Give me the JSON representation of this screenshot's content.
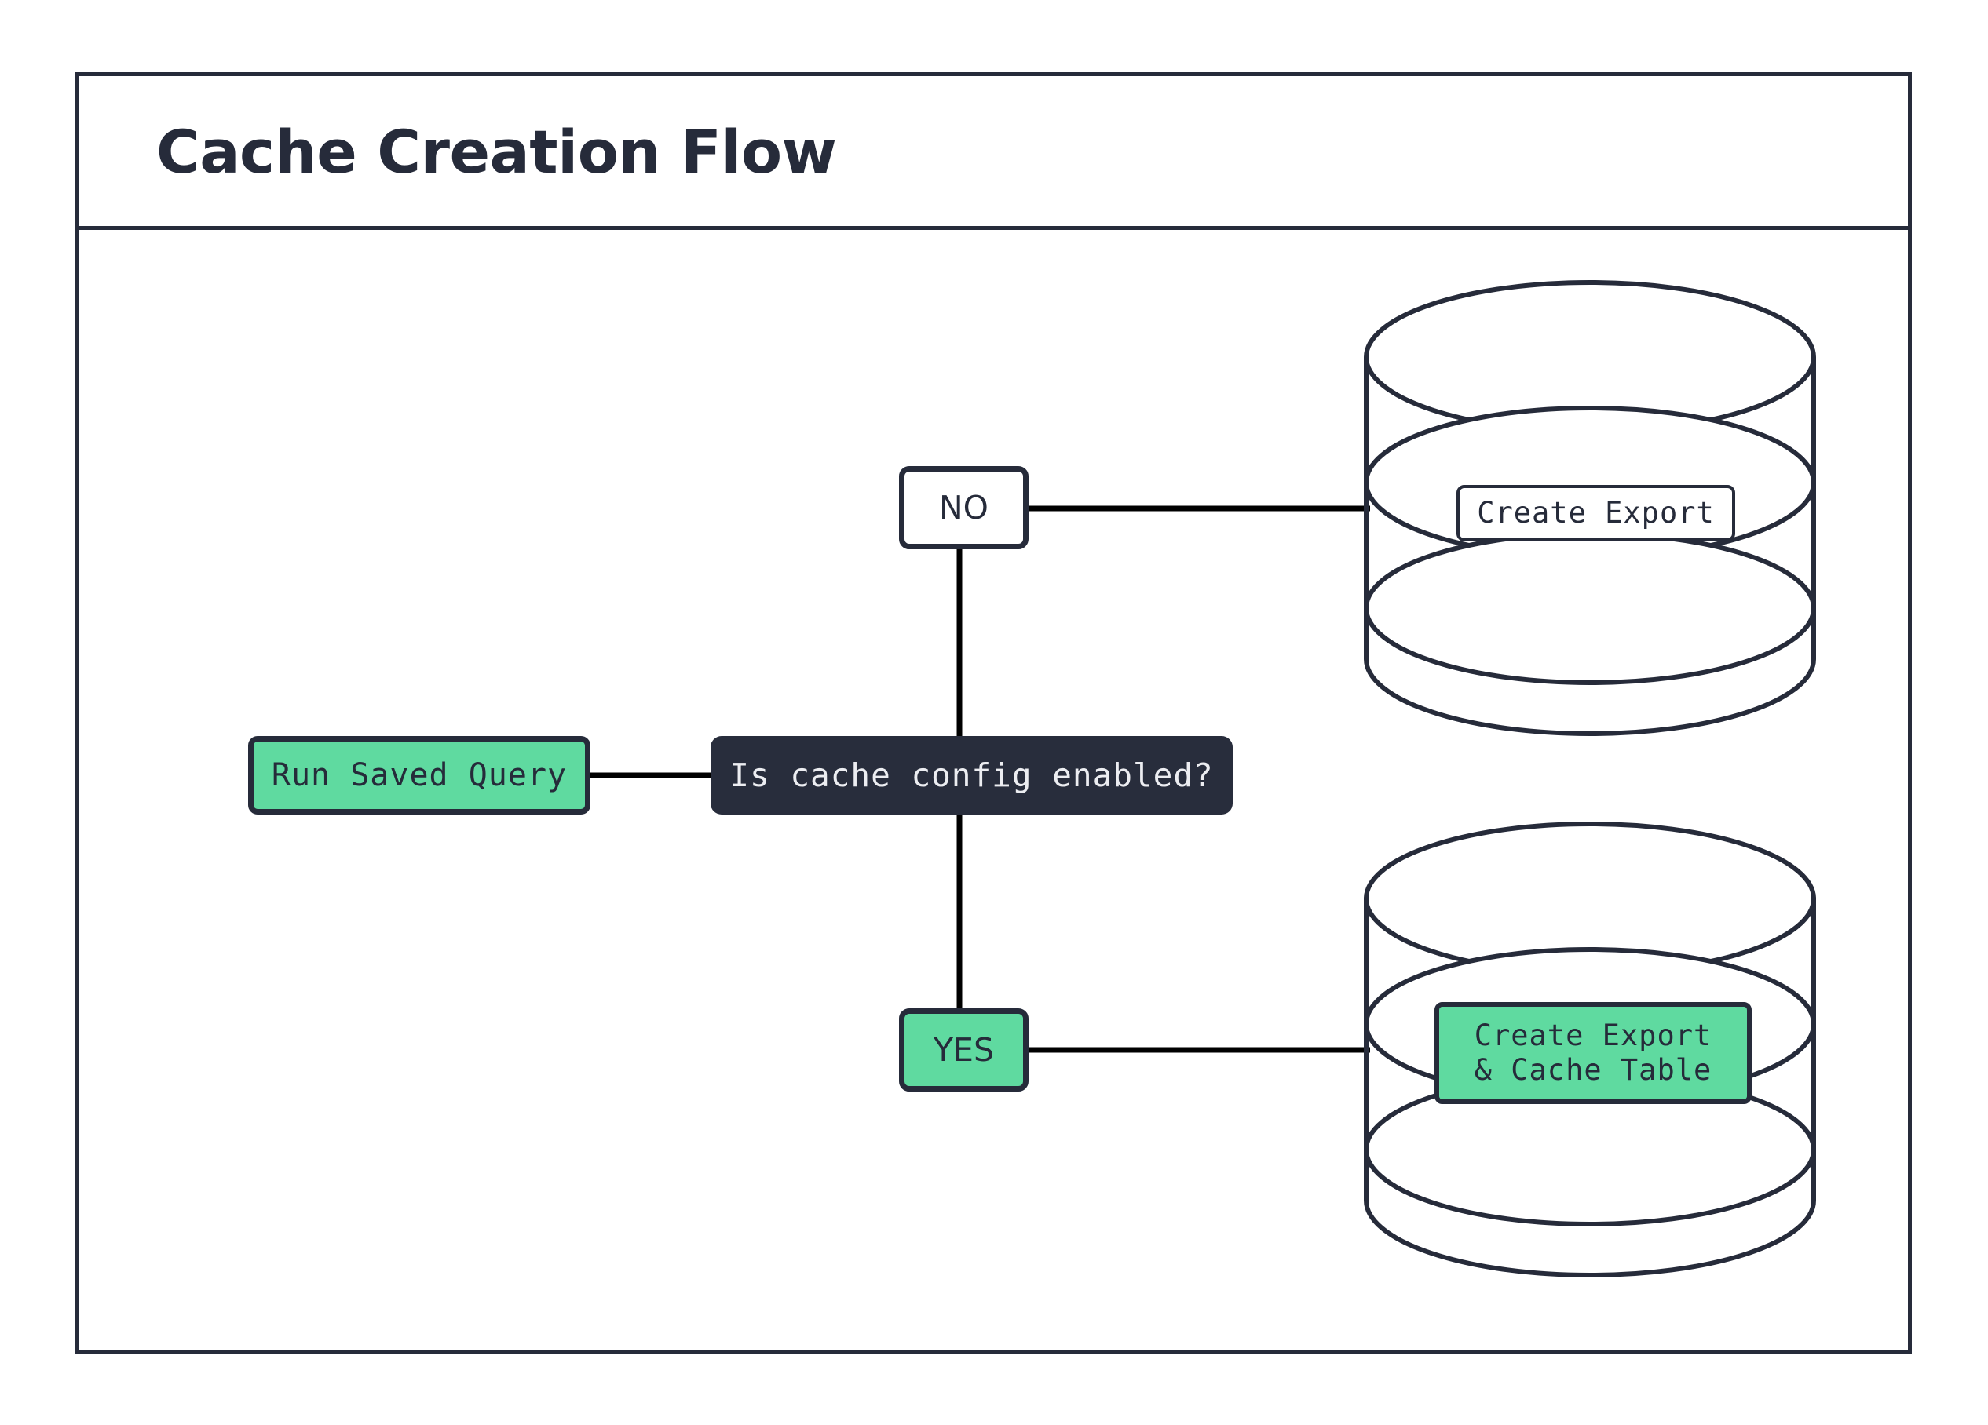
{
  "diagram": {
    "title": "Cache Creation Flow",
    "type": "flowchart",
    "theme": {
      "accent_green": "#5fdaa0",
      "dark_navy": "#262b3a",
      "decision_fill": "#282d3c",
      "decision_text": "#ecedf1",
      "background": "#ffffff",
      "stroke": "#262b3a"
    }
  },
  "nodes": {
    "start": {
      "label": "Run Saved Query",
      "shape": "rounded-rect",
      "fill": "#5fdaa0"
    },
    "decision": {
      "label": "Is cache config enabled?",
      "shape": "rounded-rect",
      "fill": "#282d3c"
    },
    "branch_no": {
      "label": "NO",
      "shape": "rounded-rect",
      "fill": "#ffffff"
    },
    "branch_yes": {
      "label": "YES",
      "shape": "rounded-rect",
      "fill": "#5fdaa0"
    },
    "database_top": {
      "label": "Create Export",
      "shape": "cylinder",
      "fill": "#ffffff"
    },
    "database_bottom": {
      "label": "Create Export\n& Cache Table",
      "label_line1": "Create Export",
      "label_line2": "& Cache Table",
      "shape": "cylinder",
      "fill": "#5fdaa0"
    }
  },
  "edges": [
    {
      "from": "start",
      "to": "decision",
      "label": ""
    },
    {
      "from": "decision",
      "to": "branch_no",
      "label": ""
    },
    {
      "from": "decision",
      "to": "branch_yes",
      "label": ""
    },
    {
      "from": "branch_no",
      "to": "database_top",
      "label": ""
    },
    {
      "from": "branch_yes",
      "to": "database_bottom",
      "label": ""
    }
  ]
}
